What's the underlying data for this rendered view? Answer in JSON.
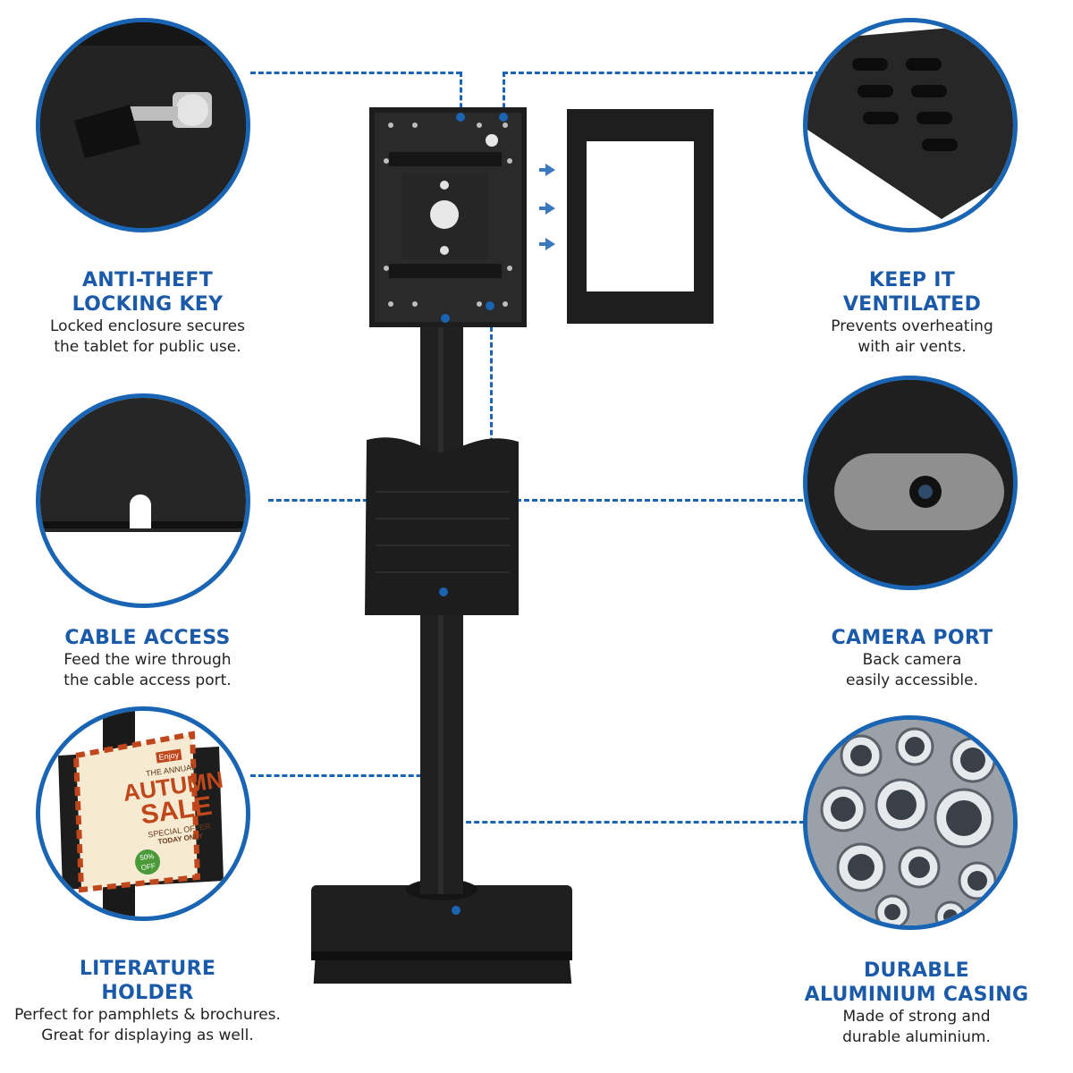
{
  "features": {
    "anti_theft": {
      "title_line1": "ANTI-THEFT",
      "title_line2": "LOCKING KEY",
      "desc_line1": "Locked enclosure secures",
      "desc_line2": "the tablet for public use."
    },
    "ventilated": {
      "title_line1": "KEEP IT",
      "title_line2": "VENTILATED",
      "desc_line1": "Prevents overheating",
      "desc_line2": "with air vents."
    },
    "cable": {
      "title": "CABLE ACCESS",
      "desc_line1": "Feed the wire through",
      "desc_line2": "the cable access port."
    },
    "camera": {
      "title": "CAMERA PORT",
      "desc_line1": "Back camera",
      "desc_line2": "easily accessible."
    },
    "literature": {
      "title_line1": "LITERATURE",
      "title_line2": "HOLDER",
      "desc_line1": "Perfect for pamphlets & brochures.",
      "desc_line2": "Great for displaying as well."
    },
    "durable": {
      "title_line1": "DURABLE",
      "title_line2": "ALUMINIUM CASING",
      "desc_line1": "Made of strong and",
      "desc_line2": "durable aluminium."
    }
  },
  "brochure": {
    "brand": "Enjoy",
    "line1": "THE ANNUAL",
    "line2": "AUTUMN",
    "line3": "SALE",
    "line4": "SPECIAL OFFER",
    "line5": "TODAY ONLY",
    "badge_line1": "50%",
    "badge_line2": "OFF"
  },
  "colors": {
    "accent": "#1a64b4",
    "title": "#1a5aa8",
    "product": "#1b1b1b"
  }
}
